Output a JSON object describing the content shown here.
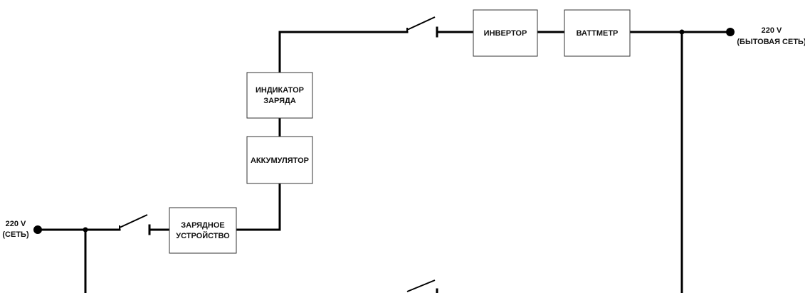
{
  "diagram": {
    "blocks": {
      "charger": [
        "ЗАРЯДНОЕ",
        "УСТРОЙСТВО"
      ],
      "battery": [
        "АККУМУЛЯТОР"
      ],
      "charge_indicator": [
        "ИНДИКАТОР",
        "ЗАРЯДА"
      ],
      "inverter": [
        "ИНВЕРТОР"
      ],
      "wattmeter": [
        "ВАТТМЕТР"
      ]
    },
    "terminals": {
      "input": [
        "220 V",
        "(СЕТЬ)"
      ],
      "output": [
        "220 V",
        "(БЫТОВАЯ СЕТЬ)"
      ]
    }
  }
}
